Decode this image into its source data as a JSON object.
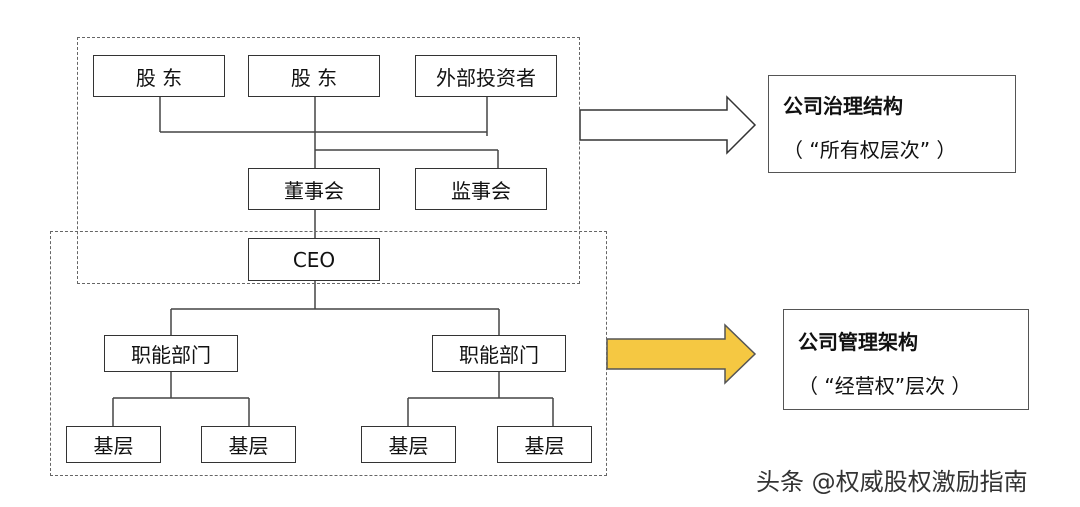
{
  "nodes": {
    "shareholder_1": "股 东",
    "shareholder_2": "股 东",
    "external_investor": "外部投资者",
    "board_of_directors": "董事会",
    "board_of_supervisors": "监事会",
    "ceo": "CEO",
    "functional_dept_left": "职能部门",
    "functional_dept_right": "职能部门",
    "base_1": "基层",
    "base_2": "基层",
    "base_3": "基层",
    "base_4": "基层"
  },
  "labels": {
    "governance": {
      "title": "公司治理结构",
      "subtitle": "（ “所有权层次” ）"
    },
    "management": {
      "title": "公司管理架构",
      "subtitle": "（ “经营权”层次 ）"
    }
  },
  "colors": {
    "governance_arrow": "#ffffff",
    "management_arrow": "#f5c842",
    "stroke": "#333333"
  },
  "watermark": "头条 @权威股权激励指南"
}
